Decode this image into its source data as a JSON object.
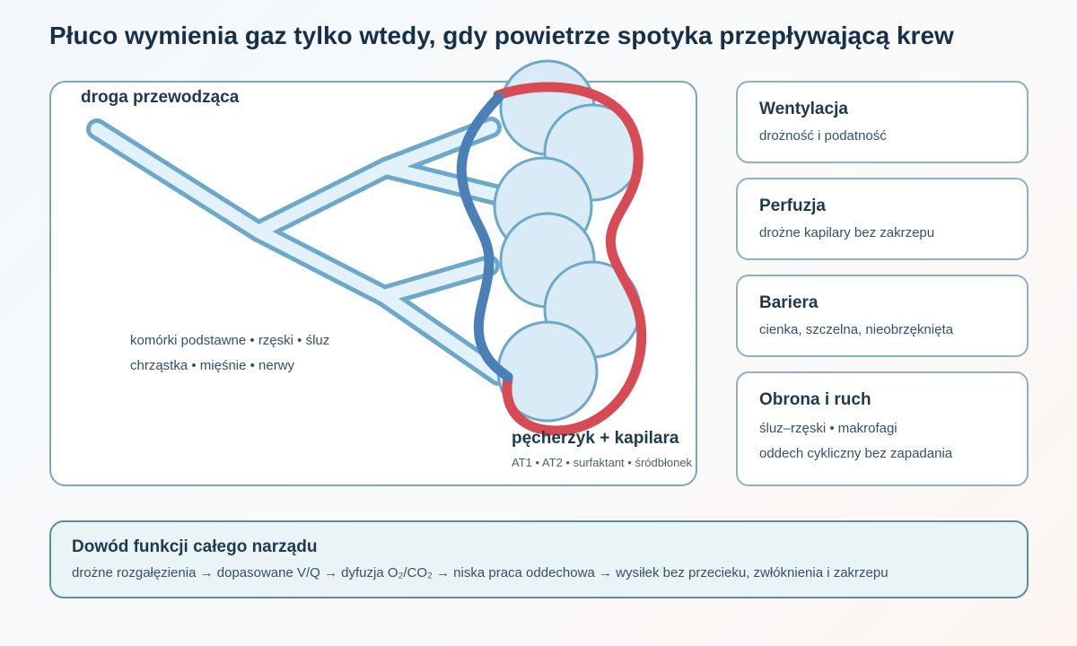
{
  "title": "Płuco wymienia gaz tylko wtedy, gdy powietrze spotyka przepływającą krew",
  "diagram": {
    "conducting_label": "droga przewodząca",
    "conducting_lines": [
      "komórki podstawne • rzęski • śluz",
      "chrząstka • mięśnie • nerwy"
    ],
    "alveolus_label": "pęcherzyk + kapilara",
    "alveolus_sub": "AT1 • AT2 • surfaktant • śródbłonek",
    "colors": {
      "airway_stroke": "#6ca8c9",
      "airway_fill": "#e3f1f8",
      "alveolus_stroke": "#6ca8c9",
      "alveolus_fill": "#d8ebf6",
      "venous": "#4a7fb8",
      "arterial": "#d84b54"
    }
  },
  "cards": [
    {
      "title": "Wentylacja",
      "lines": [
        "drożność i podatność"
      ]
    },
    {
      "title": "Perfuzja",
      "lines": [
        "drożne kapilary bez zakrzepu"
      ]
    },
    {
      "title": "Bariera",
      "lines": [
        "cienka, szczelna, nieobrzęknięta"
      ]
    },
    {
      "title": "Obrona i ruch",
      "lines": [
        "śluz–rzęski • makrofagi",
        "oddech cykliczny bez zapadania"
      ]
    }
  ],
  "proof": {
    "title": "Dowód funkcji całego narządu",
    "text": "drożne rozgałęzienia → dopasowane V/Q → dyfuzja O₂/CO₂ → niska praca oddechowa → wysiłek bez przecieku, zwłóknienia i zakrzepu"
  }
}
